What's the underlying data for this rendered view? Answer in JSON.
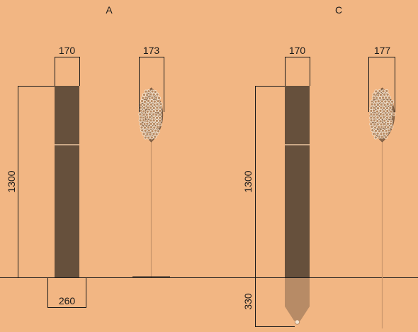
{
  "panels": [
    {
      "label": "A",
      "dims": {
        "top_left": "170",
        "top_right": "173",
        "height": "1300",
        "bottom": "260"
      }
    },
    {
      "label": "C",
      "dims": {
        "top_left": "170",
        "top_right": "177",
        "height": "1300",
        "bottom": "330"
      }
    }
  ],
  "colors": {
    "background": "#F2B683",
    "post": "#66503C",
    "post_extension": "#B78B66",
    "line": "#1a1a1a",
    "stem": "#C9966C",
    "grain_fill": "#B88A63",
    "grain_stroke": "#F5E6D2"
  }
}
